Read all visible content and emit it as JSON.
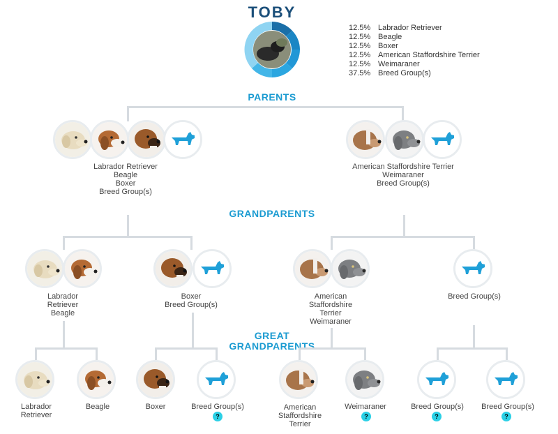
{
  "title": "TOBY",
  "breakdown": [
    {
      "pct": "12.5%",
      "breed": "Labrador Retriever"
    },
    {
      "pct": "12.5%",
      "breed": "Beagle"
    },
    {
      "pct": "12.5%",
      "breed": "Boxer"
    },
    {
      "pct": "12.5%",
      "breed": "American Staffordshire Terrier"
    },
    {
      "pct": "12.5%",
      "breed": "Weimaraner"
    },
    {
      "pct": "37.5%",
      "breed": "Breed Group(s)"
    }
  ],
  "sections": {
    "parents": "PARENTS",
    "grandparents": "GRANDPARENTS",
    "great_line1": "GREAT",
    "great_line2": "GRANDPARENTS"
  },
  "parents": [
    {
      "lines": [
        "Labrador Retriever",
        "Beagle",
        "Boxer",
        "Breed Group(s)"
      ]
    },
    {
      "lines": [
        "American Staffordshire Terrier",
        "Weimaraner",
        "Breed Group(s)"
      ]
    }
  ],
  "grandparents": [
    {
      "lines": [
        "Labrador",
        "Retriever",
        "Beagle"
      ]
    },
    {
      "lines": [
        "Boxer",
        "Breed Group(s)"
      ]
    },
    {
      "lines": [
        "American",
        "Staffordshire",
        "Terrier",
        "Weimaraner"
      ]
    },
    {
      "lines": [
        "Breed Group(s)"
      ]
    }
  ],
  "great_grandparents": [
    {
      "lines": [
        "Labrador",
        "Retriever"
      ]
    },
    {
      "lines": [
        "Beagle"
      ]
    },
    {
      "lines": [
        "Boxer"
      ]
    },
    {
      "lines": [
        "Breed Group(s)"
      ],
      "q": "?"
    },
    {
      "lines": [
        "American",
        "Staffordshire",
        "Terrier"
      ]
    },
    {
      "lines": [
        "Weimaraner"
      ],
      "q": "?"
    },
    {
      "lines": [
        "Breed Group(s)"
      ],
      "q": "?"
    },
    {
      "lines": [
        "Breed Group(s)"
      ],
      "q": "?"
    }
  ],
  "colors": {
    "accent": "#1b9bd1",
    "title": "#1b4f7a",
    "lines": "#d6dbe0",
    "badge": "#2bd0e6"
  }
}
